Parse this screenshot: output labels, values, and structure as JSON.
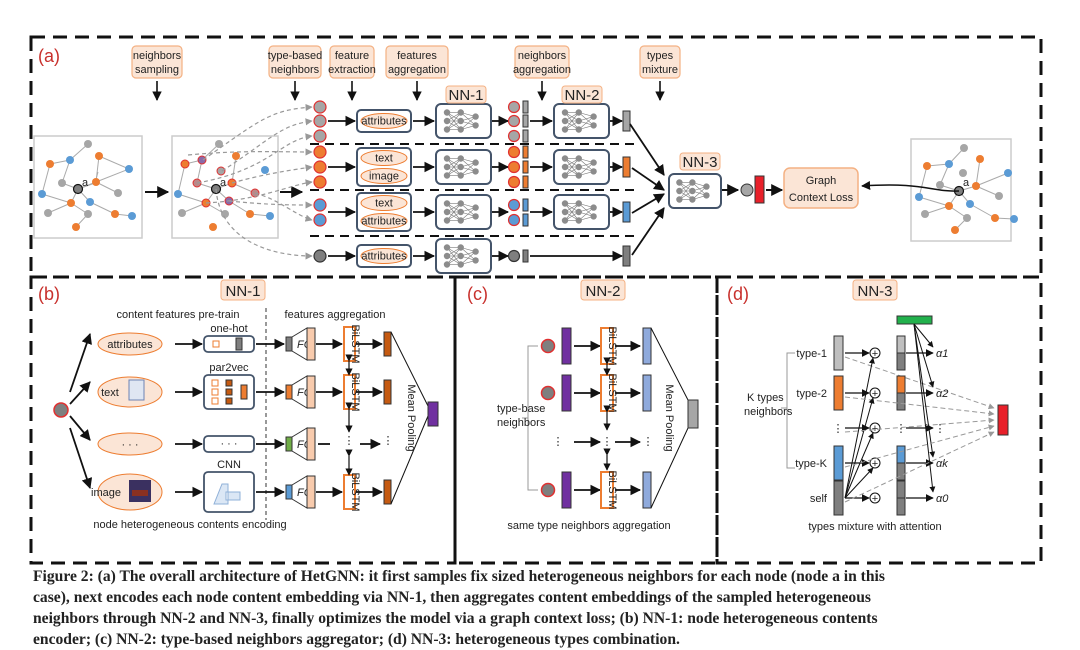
{
  "panels": {
    "a": {
      "label": "(a)",
      "step_tags": [
        "neighbors sampling",
        "type-based neighbors",
        "feature extraction",
        "features aggregation",
        "neighbors aggregation",
        "types mixture"
      ],
      "nn1": "NN-1",
      "nn2": "NN-2",
      "nn3": "NN-3",
      "node_label": "a",
      "rows": [
        {
          "content": [
            "attributes"
          ],
          "color": "#a6a6a6"
        },
        {
          "content": [
            "text",
            "image"
          ],
          "color": "#ed7d31"
        },
        {
          "content": [
            "text",
            "attributes"
          ],
          "color": "#5b9bd5"
        },
        {
          "content": [
            "attributes"
          ],
          "color": "#7f7f7f"
        }
      ],
      "loss_label": [
        "Graph",
        "Context Loss"
      ]
    },
    "b": {
      "label": "(b)",
      "title": "NN-1",
      "section_left": "content features pre-train",
      "section_right": "features aggregation",
      "inputs": [
        "attributes",
        "text",
        "· · ·",
        "image"
      ],
      "encoders": [
        "one-hot",
        "par2vec",
        "",
        "CNN"
      ],
      "fc_label": "FC",
      "bilstm": "BiLSTM",
      "pooling": "Mean Pooling",
      "footer": "node heterogeneous contents encoding"
    },
    "c": {
      "label": "(c)",
      "title": "NN-2",
      "side_label": [
        "type-base",
        "neighbors"
      ],
      "bilstm": "BiLSTM",
      "pooling": "Mean Pooling",
      "footer": "same type neighbors aggregation"
    },
    "d": {
      "label": "(d)",
      "title": "NN-3",
      "side_label": [
        "K types",
        "neighbors"
      ],
      "types": [
        "type-1",
        "type-2",
        "type-K",
        "self"
      ],
      "alphas": [
        "α1",
        "α2",
        "αk",
        "α0"
      ],
      "footer": "types mixture with attention"
    }
  },
  "colors": {
    "panel_label": "#c8302c",
    "tag_fill": "#fbe5d6",
    "tag_stroke": "#f4b183",
    "gray": "#a6a6a6",
    "orange": "#ed7d31",
    "blue": "#5b9bd5",
    "dark_gray": "#7f7f7f",
    "purple": "#7030a0",
    "green": "#22b14c",
    "red": "#e8202a",
    "box_stroke": "#44546a"
  },
  "caption": [
    "Figure 2: (a) The overall architecture of HetGNN: it first samples fix sized heterogeneous neighbors for each node (node a in this",
    "case), next encodes each node content embedding via NN-1, then aggregates content embeddings of the sampled heterogeneous",
    "neighbors through NN-2 and NN-3, finally optimizes the model via a graph context loss; (b) NN-1: node heterogeneous contents",
    "encoder; (c) NN-2: type-based neighbors aggregator; (d) NN-3: heterogeneous types combination."
  ]
}
